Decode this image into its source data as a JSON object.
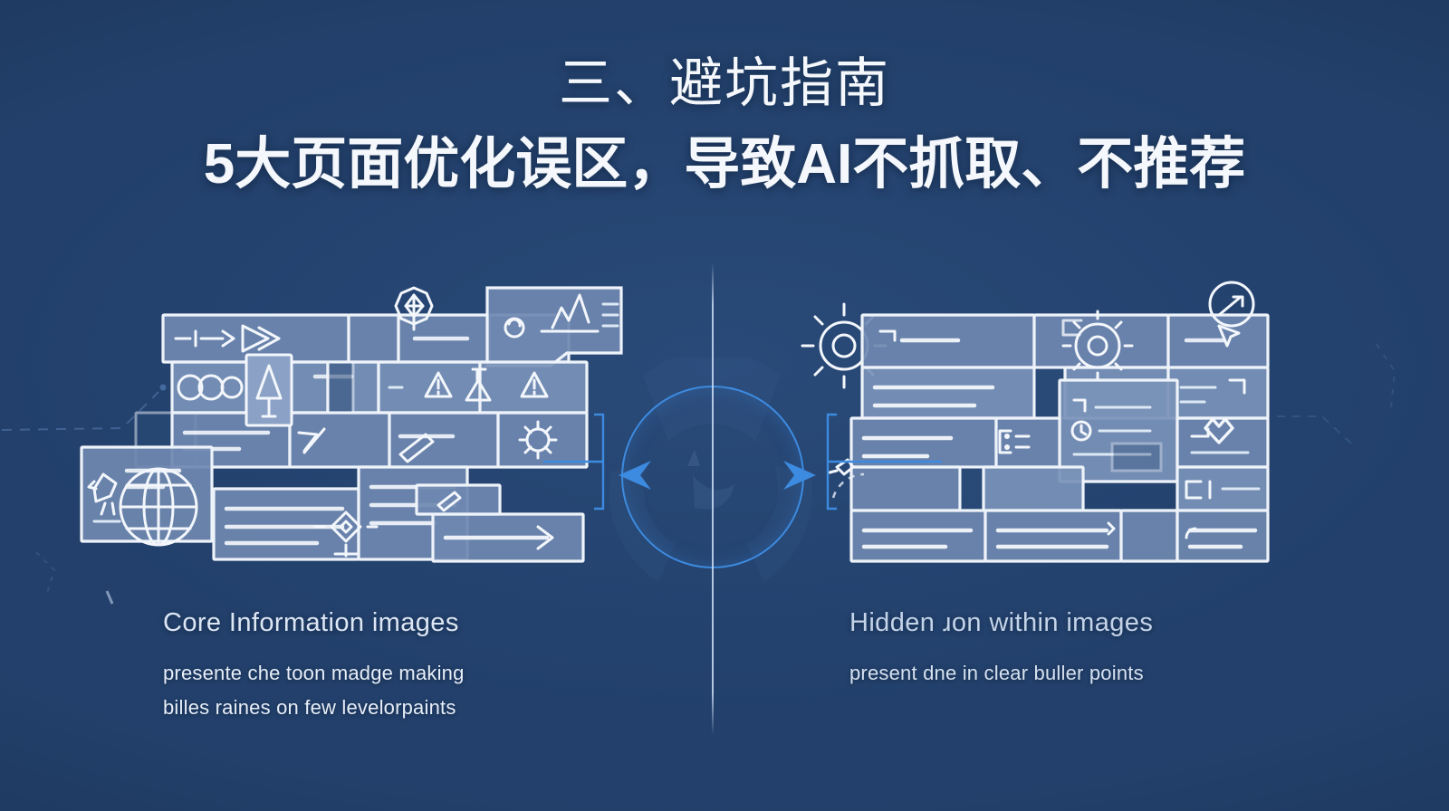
{
  "slide": {
    "background_color": "#22406b",
    "accent_color": "#3d8be0",
    "panel_fill_color": "#6b84ad",
    "panel_stroke_color": "#eef3fa"
  },
  "heading": {
    "line1": "三、避坑指南",
    "line2": "5大页面优化误区，导致AI不抓取、不推荐"
  },
  "left_panel": {
    "caption_title": "Core Information images",
    "caption_line1": "presente che toon madge making",
    "caption_line2": "billes raines on few levelorpaints"
  },
  "right_panel": {
    "caption_title": "Hidden ɹon within images",
    "caption_line1": "present dne in clear buller points"
  },
  "center": {
    "divider": "vertical-divider",
    "ring": "circle-ring",
    "arrow_left": "arrow-left-icon",
    "arrow_right": "arrow-right-icon"
  },
  "icons": {
    "left": [
      "flow-arrow-icon",
      "play-triangle-icon",
      "rings-icon",
      "cone-icon",
      "badge-gem-icon",
      "bar-chart-icon",
      "camera-icon",
      "warning-triangle-icon",
      "flask-icon",
      "globe-wireframe-icon",
      "bird-icon",
      "gear-icon",
      "compass-icon",
      "edit-pencil-icon",
      "arrow-right-icon",
      "target-icon"
    ],
    "right": [
      "gear-large-icon",
      "gear-small-icon",
      "clock-icon",
      "cursor-arrow-icon",
      "plug-icon",
      "heart-beat-icon",
      "search-circle-icon",
      "document-lines-icon",
      "bracket-icon",
      "link-icon"
    ]
  }
}
